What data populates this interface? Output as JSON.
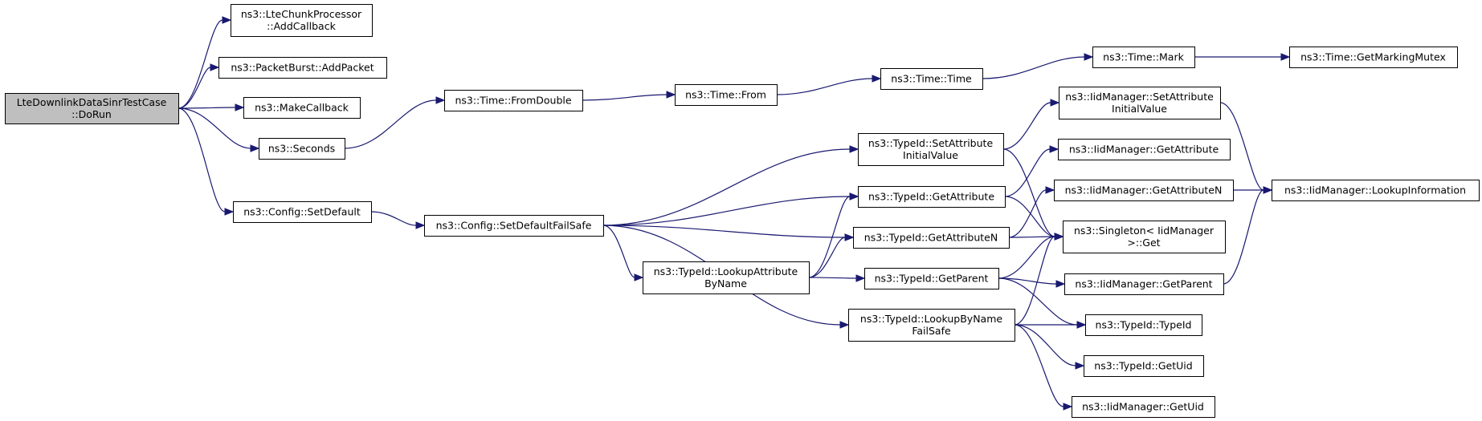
{
  "title": "LteDownlinkDataSinrTestCase::DoRun call graph",
  "colors": {
    "edge": "#191970",
    "root_fill": "#bfbfbf",
    "node_fill": "#ffffff",
    "border": "#000000"
  },
  "nodes": [
    {
      "id": "root",
      "lines": [
        "LteDownlinkDataSinrTestCase",
        "::DoRun"
      ],
      "root": true
    },
    {
      "id": "addcallback",
      "lines": [
        "ns3::LteChunkProcessor",
        "::AddCallback"
      ]
    },
    {
      "id": "addpacket",
      "lines": [
        "ns3::PacketBurst::AddPacket"
      ]
    },
    {
      "id": "makecallback",
      "lines": [
        "ns3::MakeCallback"
      ]
    },
    {
      "id": "seconds",
      "lines": [
        "ns3::Seconds"
      ]
    },
    {
      "id": "setdefault",
      "lines": [
        "ns3::Config::SetDefault"
      ]
    },
    {
      "id": "fromdouble",
      "lines": [
        "ns3::Time::FromDouble"
      ]
    },
    {
      "id": "from",
      "lines": [
        "ns3::Time::From"
      ]
    },
    {
      "id": "time",
      "lines": [
        "ns3::Time::Time"
      ]
    },
    {
      "id": "mark",
      "lines": [
        "ns3::Time::Mark"
      ]
    },
    {
      "id": "markingmutex",
      "lines": [
        "ns3::Time::GetMarkingMutex"
      ]
    },
    {
      "id": "setdefaultfailsafe",
      "lines": [
        "ns3::Config::SetDefaultFailSafe"
      ]
    },
    {
      "id": "tid_setattrinit",
      "lines": [
        "ns3::TypeId::SetAttribute",
        "InitialValue"
      ]
    },
    {
      "id": "tid_getattr",
      "lines": [
        "ns3::TypeId::GetAttribute"
      ]
    },
    {
      "id": "tid_getattrn",
      "lines": [
        "ns3::TypeId::GetAttributeN"
      ]
    },
    {
      "id": "tid_lookupattr",
      "lines": [
        "ns3::TypeId::LookupAttribute",
        "ByName"
      ]
    },
    {
      "id": "tid_getparent",
      "lines": [
        "ns3::TypeId::GetParent"
      ]
    },
    {
      "id": "tid_lookupbyname",
      "lines": [
        "ns3::TypeId::LookupByName",
        "FailSafe"
      ]
    },
    {
      "id": "iid_setattrinit",
      "lines": [
        "ns3::IidManager::SetAttribute",
        "InitialValue"
      ]
    },
    {
      "id": "iid_getattr",
      "lines": [
        "ns3::IidManager::GetAttribute"
      ]
    },
    {
      "id": "iid_getattrn",
      "lines": [
        "ns3::IidManager::GetAttributeN"
      ]
    },
    {
      "id": "singleton_get",
      "lines": [
        "ns3::Singleton< IidManager",
        ">::Get"
      ]
    },
    {
      "id": "iid_getparent",
      "lines": [
        "ns3::IidManager::GetParent"
      ]
    },
    {
      "id": "tid_typeid",
      "lines": [
        "ns3::TypeId::TypeId"
      ]
    },
    {
      "id": "tid_getuid",
      "lines": [
        "ns3::TypeId::GetUid"
      ]
    },
    {
      "id": "iid_getuid",
      "lines": [
        "ns3::IidManager::GetUid"
      ]
    },
    {
      "id": "iid_lookupinfo",
      "lines": [
        "ns3::IidManager::LookupInformation"
      ]
    }
  ],
  "edges": [
    [
      "root",
      "addcallback"
    ],
    [
      "root",
      "addpacket"
    ],
    [
      "root",
      "makecallback"
    ],
    [
      "root",
      "seconds"
    ],
    [
      "root",
      "setdefault"
    ],
    [
      "seconds",
      "fromdouble"
    ],
    [
      "fromdouble",
      "from"
    ],
    [
      "from",
      "time"
    ],
    [
      "time",
      "mark"
    ],
    [
      "mark",
      "markingmutex"
    ],
    [
      "setdefault",
      "setdefaultfailsafe"
    ],
    [
      "setdefaultfailsafe",
      "tid_setattrinit"
    ],
    [
      "setdefaultfailsafe",
      "tid_getattr"
    ],
    [
      "setdefaultfailsafe",
      "tid_getattrn"
    ],
    [
      "setdefaultfailsafe",
      "tid_lookupattr"
    ],
    [
      "setdefaultfailsafe",
      "tid_lookupbyname"
    ],
    [
      "tid_setattrinit",
      "iid_setattrinit"
    ],
    [
      "tid_setattrinit",
      "singleton_get"
    ],
    [
      "tid_getattr",
      "iid_getattr"
    ],
    [
      "tid_getattr",
      "singleton_get"
    ],
    [
      "tid_getattrn",
      "iid_getattrn"
    ],
    [
      "tid_getattrn",
      "singleton_get"
    ],
    [
      "tid_lookupattr",
      "tid_getattr"
    ],
    [
      "tid_lookupattr",
      "tid_getattrn"
    ],
    [
      "tid_lookupattr",
      "tid_getparent"
    ],
    [
      "tid_getparent",
      "singleton_get"
    ],
    [
      "tid_getparent",
      "iid_getparent"
    ],
    [
      "tid_getparent",
      "tid_typeid"
    ],
    [
      "tid_lookupbyname",
      "singleton_get"
    ],
    [
      "tid_lookupbyname",
      "tid_typeid"
    ],
    [
      "tid_lookupbyname",
      "tid_getuid"
    ],
    [
      "tid_lookupbyname",
      "iid_getuid"
    ],
    [
      "iid_setattrinit",
      "iid_lookupinfo"
    ],
    [
      "iid_getattrn",
      "iid_lookupinfo"
    ],
    [
      "iid_getparent",
      "iid_lookupinfo"
    ]
  ]
}
